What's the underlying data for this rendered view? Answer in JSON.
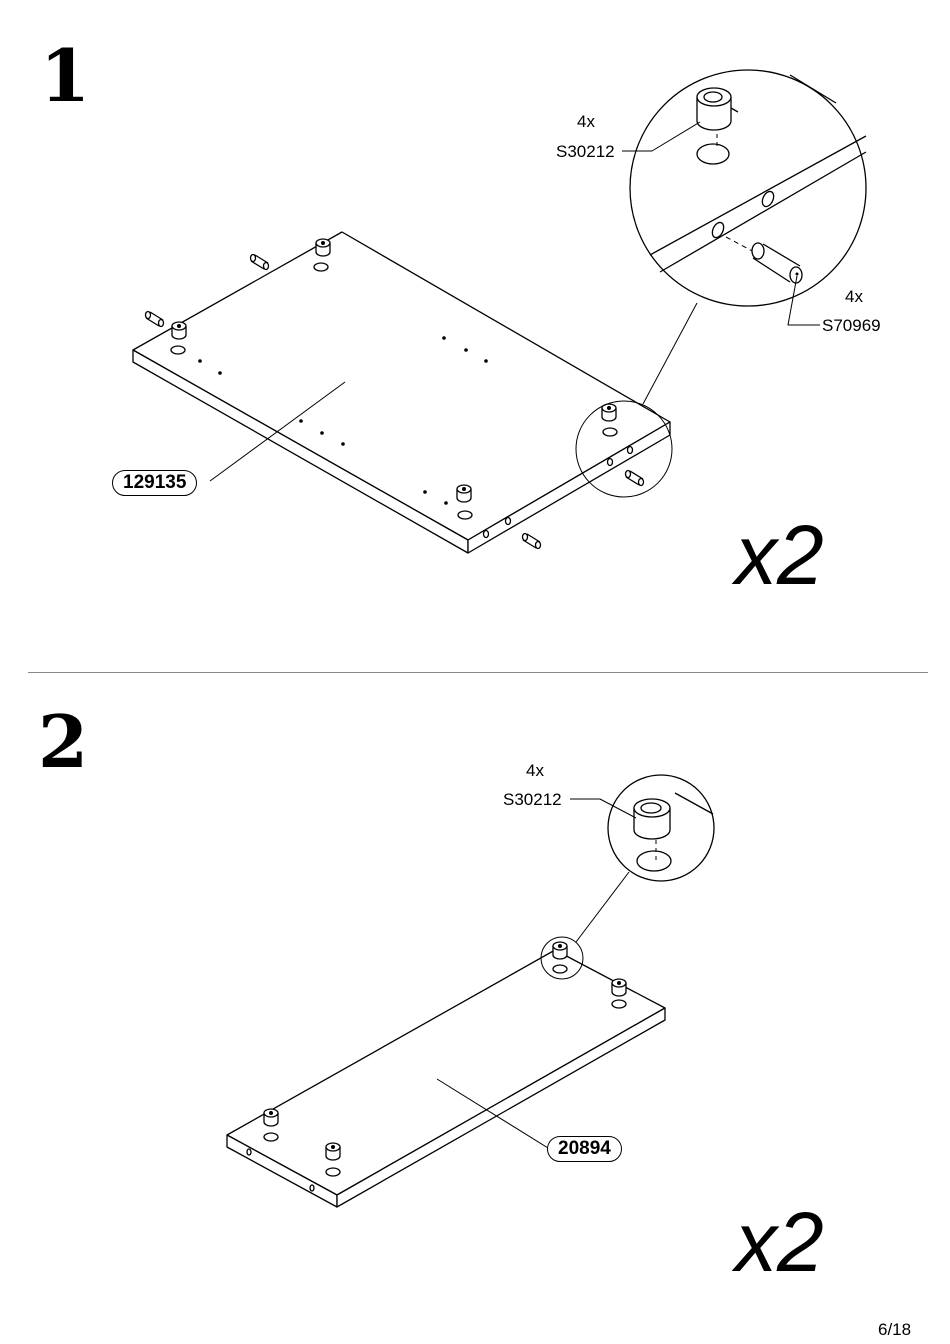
{
  "step1": {
    "number": "1",
    "panel_part": "129135",
    "quantity": "x2",
    "cam_fitting": {
      "count": "4x",
      "code": "S30212"
    },
    "dowel": {
      "count": "4x",
      "code": "S70969"
    }
  },
  "step2": {
    "number": "2",
    "panel_part": "20894",
    "quantity": "x2",
    "cam_fitting": {
      "count": "4x",
      "code": "S30212"
    }
  },
  "footer": {
    "page": "6/18"
  },
  "colors": {
    "ink": "#000000",
    "paper": "#ffffff",
    "divider": "#888888"
  },
  "icons": [
    "cam-lock-fitting-icon",
    "wooden-dowel-icon",
    "detail-magnifier-icon"
  ]
}
